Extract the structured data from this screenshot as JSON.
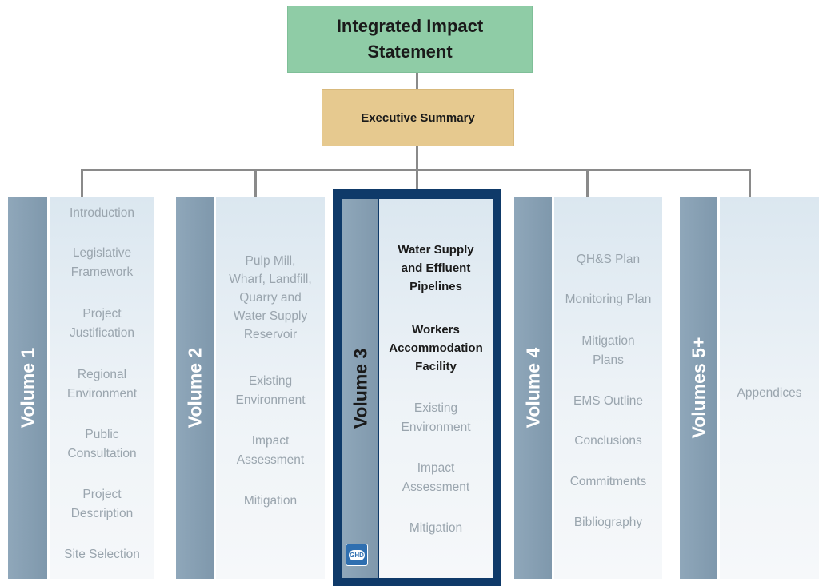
{
  "top": {
    "title_line1": "Integrated Impact",
    "title_line2": "Statement"
  },
  "executive": {
    "label": "Executive Summary"
  },
  "volumes": [
    {
      "name": "Volume 1",
      "items": [
        "Introduction",
        "Legislative",
        "Framework",
        "Project",
        "Justification",
        "Regional",
        "Environment",
        "Public",
        "Consultation",
        "Project",
        "Description",
        "Site Selection"
      ]
    },
    {
      "name": "Volume 2",
      "items": [
        "Pulp Mill,",
        "Wharf, Landfill,",
        "Quarry and",
        "Water Supply",
        "Reservoir",
        "Existing",
        "Environment",
        "Impact",
        "Assessment",
        "Mitigation"
      ]
    },
    {
      "name": "Volume 3",
      "items": [
        "Water Supply",
        "and Effluent",
        "Pipelines",
        "Workers",
        "Accommodation",
        "Facility",
        "Existing",
        "Environment",
        "Impact",
        "Assessment",
        "Mitigation"
      ]
    },
    {
      "name": "Volume 4",
      "items": [
        "QH&S Plan",
        "Monitoring Plan",
        "Mitigation",
        "Plans",
        "EMS Outline",
        "Conclusions",
        "Commitments",
        "Bibliography"
      ]
    },
    {
      "name": "Volumes 5+",
      "items": [
        "Appendices"
      ]
    }
  ],
  "logo": {
    "text": "GHD"
  },
  "colors": {
    "top_box": "#8fcca6",
    "exec_box": "#e6c98f",
    "volume_bar": "#8fa7ba",
    "highlight_frame": "#0f3a69"
  }
}
